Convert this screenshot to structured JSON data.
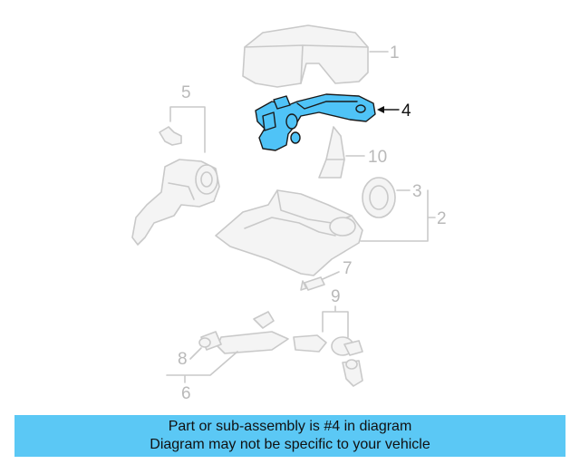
{
  "colors": {
    "highlight": "#4fc3f7",
    "banner": "#5bc8f5",
    "ghost": "#c9c9c9"
  },
  "callouts": {
    "c1": "1",
    "c2": "2",
    "c3": "3",
    "c4": "4",
    "c5": "5",
    "c6": "6",
    "c7": "7",
    "c8": "8",
    "c9": "9",
    "c10": "10"
  },
  "banner": {
    "line1": "Part or sub-assembly is #4 in diagram",
    "line2": "Diagram may not be specific to your vehicle"
  }
}
